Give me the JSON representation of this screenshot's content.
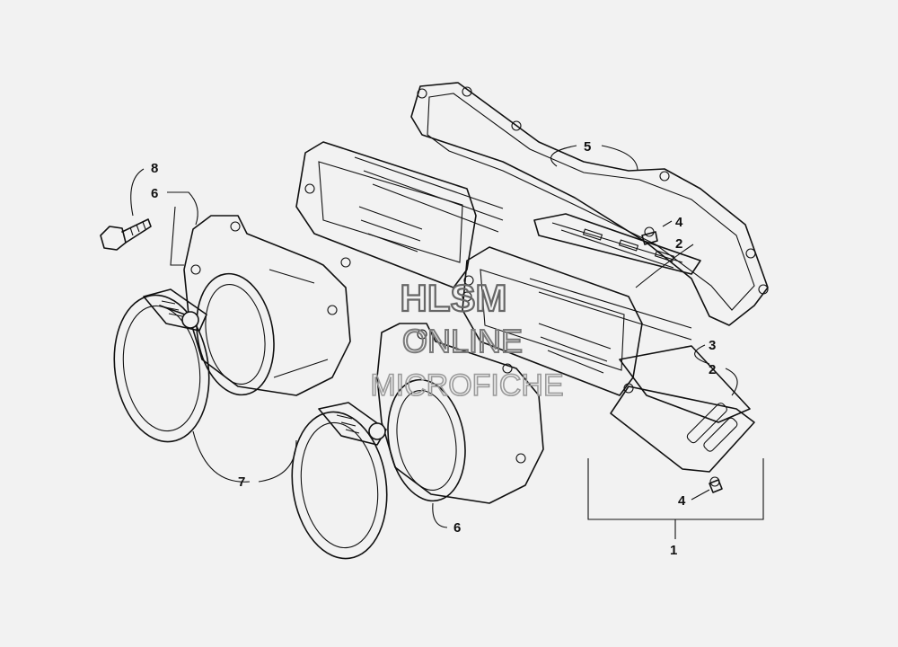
{
  "colors": {
    "background": "#f2f2f2",
    "line": "#111111",
    "watermark": "#9a9a9a"
  },
  "watermark": {
    "line1": "HLSM",
    "line2": "ONLINE",
    "line3": "MICROFICHE"
  },
  "callouts": [
    {
      "id": "c8",
      "text": "8"
    },
    {
      "id": "c6a",
      "text": "6"
    },
    {
      "id": "c5",
      "text": "5"
    },
    {
      "id": "c4a",
      "text": "4"
    },
    {
      "id": "c2a",
      "text": "2"
    },
    {
      "id": "c3",
      "text": "3"
    },
    {
      "id": "c2b",
      "text": "2"
    },
    {
      "id": "c7",
      "text": "7"
    },
    {
      "id": "c6b",
      "text": "6"
    },
    {
      "id": "c4b",
      "text": "4"
    },
    {
      "id": "c1",
      "text": "1"
    }
  ]
}
